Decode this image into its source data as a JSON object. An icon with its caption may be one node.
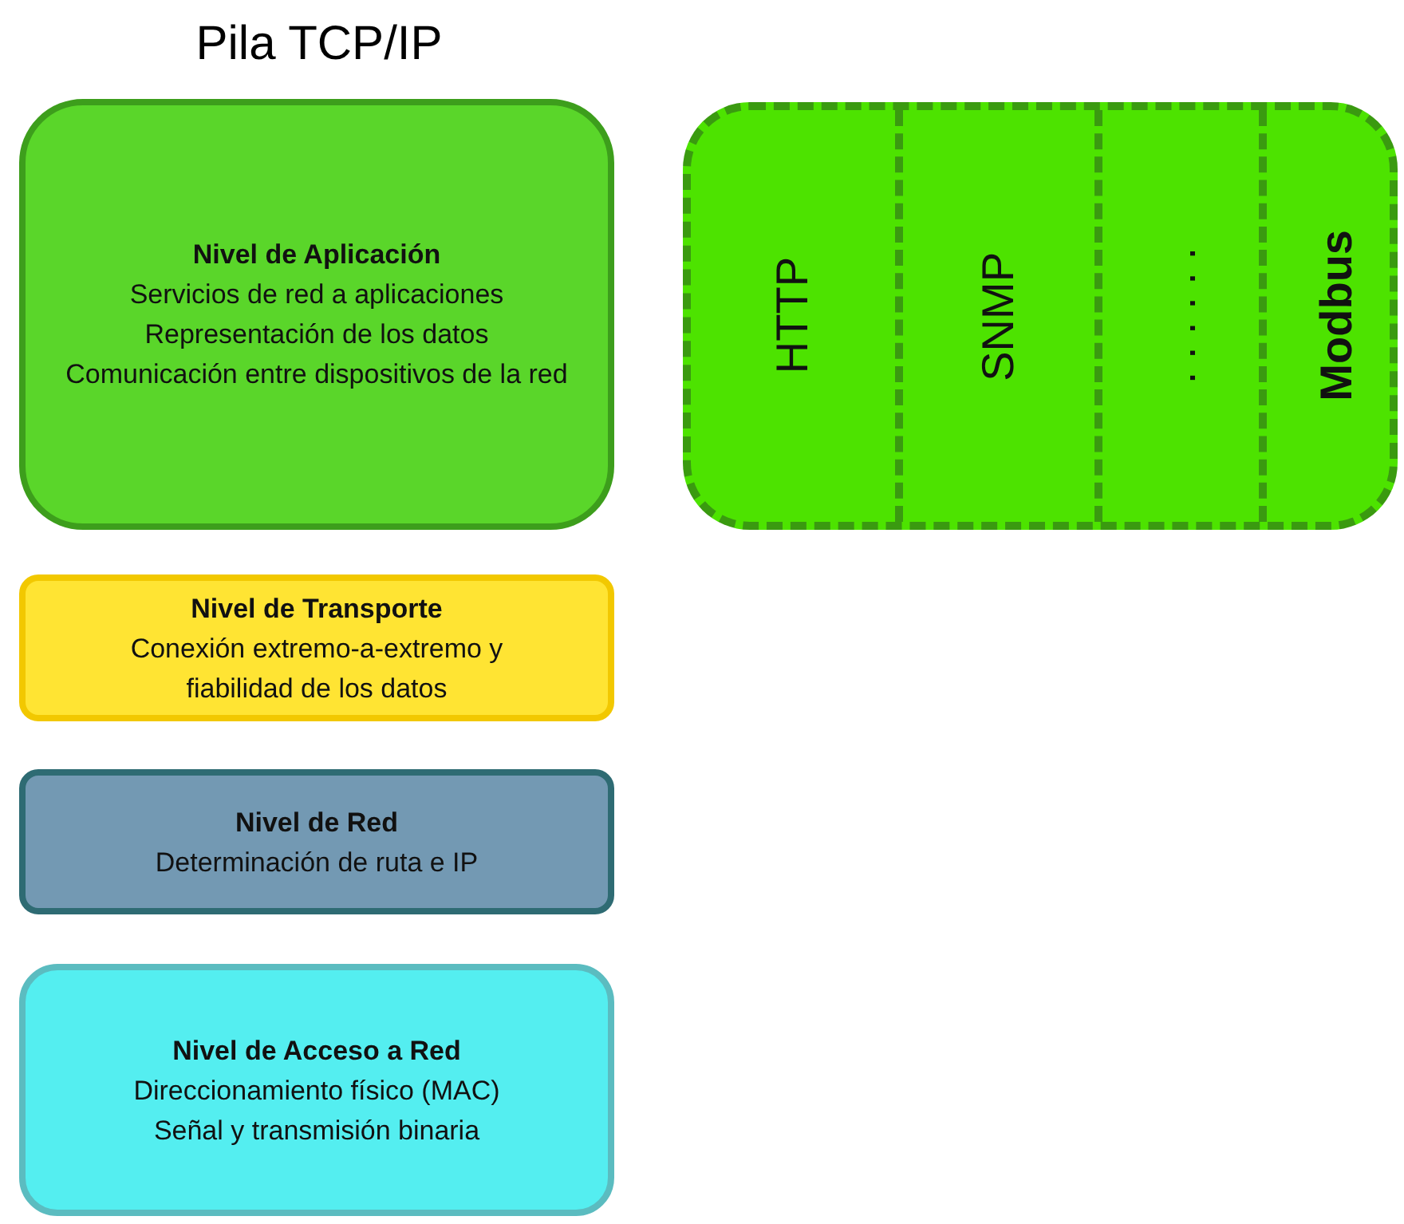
{
  "diagram": {
    "title": "Pila TCP/IP",
    "nodes": [
      {
        "text": [
          "Nivel de Aplicación",
          "Servicios de red a aplicaciones",
          "Representación de los datos",
          "Comunicación entre dispositivos de la red"
        ]
      },
      {
        "text": [],
        "shape": "box"
      },
      {
        "text": [
          "HTTP"
        ],
        "in": 1
      },
      {
        "text": [
          "SNMP"
        ],
        "in": 1
      },
      {
        "text": [
          ". . . . . ."
        ],
        "in": 1
      },
      {
        "text": [
          "Modbus"
        ],
        "in": 1
      },
      {
        "text": [
          "Nivel de Transporte",
          "Conexión extremo-a-extremo y fiabilidad de los datos"
        ]
      },
      {
        "text": [
          "Nivel de Red",
          "Determinación de ruta e IP"
        ]
      },
      {
        "text": [
          "Nivel de Acceso a Red",
          "Direccionamiento físico (MAC)",
          "Señal y transmisión binaria"
        ]
      }
    ]
  }
}
